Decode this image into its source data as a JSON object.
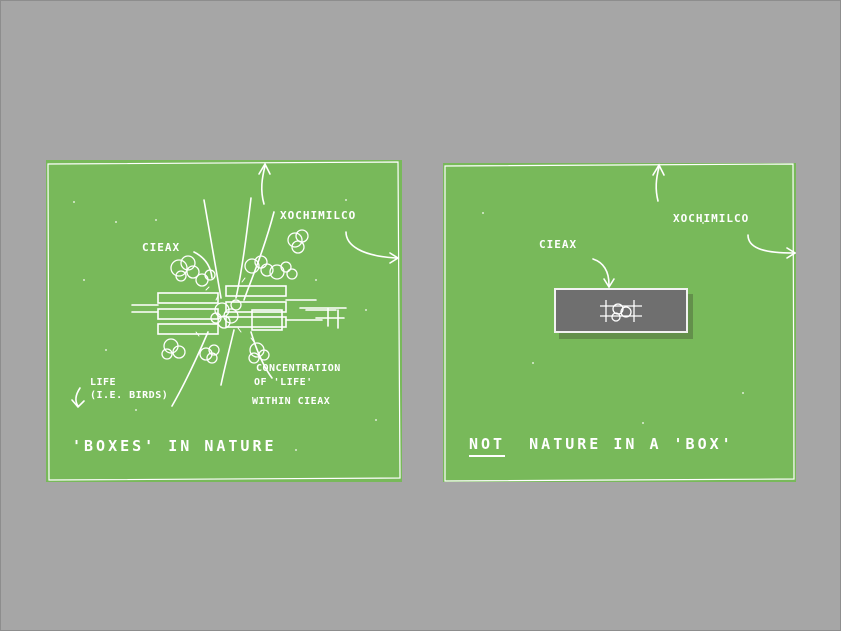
{
  "left_panel": {
    "label_xochimilco": "XOCHIMILCO",
    "label_cieax": "CIEAX",
    "label_concentration_line1": "CONCENTRATION",
    "label_concentration_line2": "OF 'LIFE'",
    "label_concentration_line3": "WITHIN CIEAX",
    "label_life_line1": "LIFE",
    "label_life_line2": "(I.E. BIRDS)",
    "caption": "'BOXES' IN NATURE"
  },
  "right_panel": {
    "label_xochimilco": "XOCHIMILCO",
    "label_cieax": "CIEAX",
    "caption_emphasis": "NOT",
    "caption_rest": "NATURE IN A 'BOX'"
  },
  "colors": {
    "background": "#a6a6a6",
    "panel_green": "#78b95a",
    "ink": "#ffffff",
    "box_grey": "#6f6f6f"
  }
}
